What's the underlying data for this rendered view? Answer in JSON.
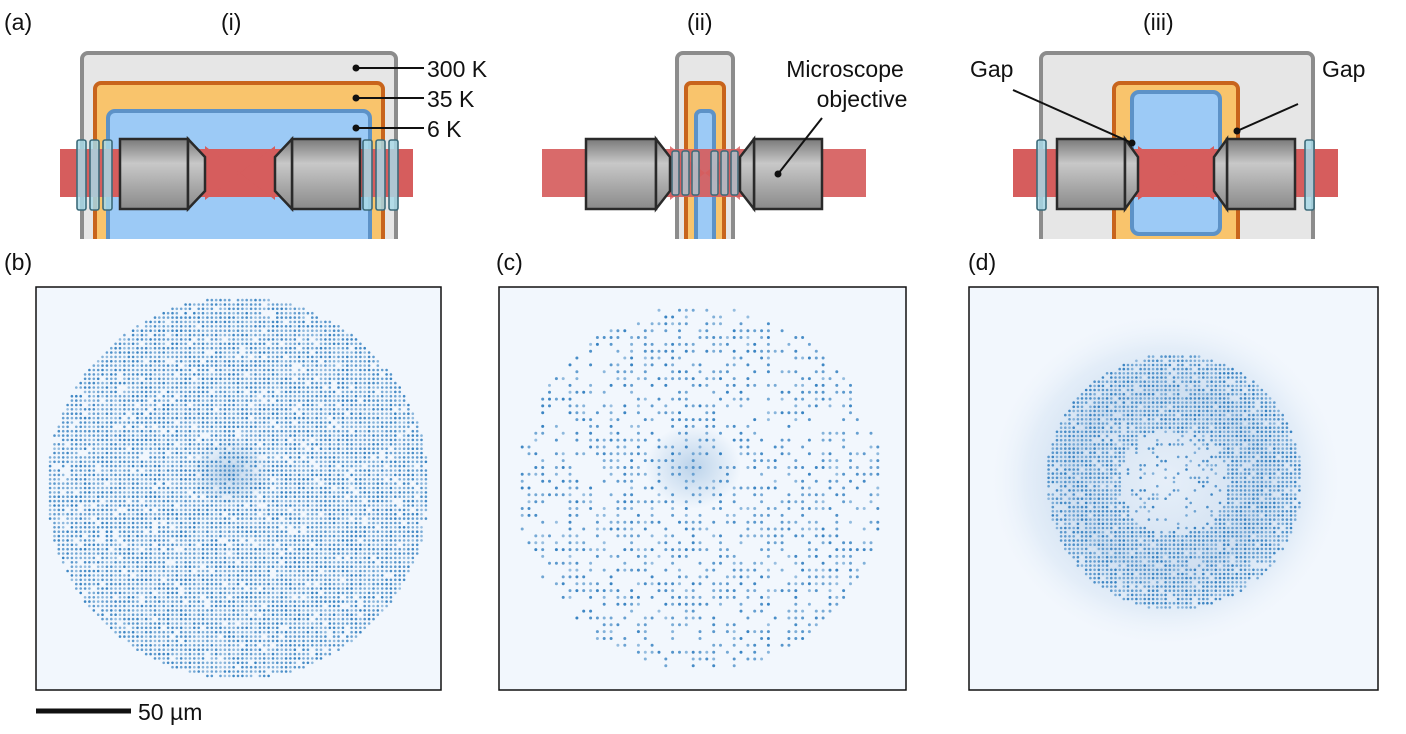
{
  "panels": {
    "a": "(a)",
    "b": "(b)",
    "c": "(c)",
    "d": "(d)"
  },
  "subpanels": {
    "i": "(i)",
    "ii": "(ii)",
    "iii": "(iii)"
  },
  "temperatures": {
    "t300": "300 K",
    "t35": "35 K",
    "t6": "6 K"
  },
  "objective_label": {
    "line1": "Microscope",
    "line2": "objective"
  },
  "gap_labels": {
    "left": "Gap",
    "right": "Gap"
  },
  "scale_bar": {
    "label": "50 µm",
    "length_um": 50
  },
  "colors": {
    "shell_300K": "#e6e6e6",
    "shell_300K_edge": "#8c8c8c",
    "shield_35K": "#f9c46c",
    "shield_35K_edge": "#c8641c",
    "stage_6K": "#9ccaf6",
    "stage_6K_edge": "#5d92c7",
    "laser": "#d65d5d",
    "window": "#a8d8e6",
    "window_edge": "#3d6b7a",
    "objective": "#9a9a9a",
    "objective_edge": "#2a2a2a",
    "image_bg": "#f2f7fd",
    "atom": "#2c7bbe"
  },
  "atom_images": {
    "b": {
      "grid_size": 52,
      "spacing_um": 2.3,
      "fill_fraction": 0.93,
      "seed": 11
    },
    "c": {
      "grid_size": 33,
      "spacing_um": 3.6,
      "fill_fraction": 0.52,
      "seed": 29
    },
    "d": {
      "grid_size": 36,
      "spacing_um": 2.2,
      "fill_fraction": 0.88,
      "seed": 47
    }
  }
}
